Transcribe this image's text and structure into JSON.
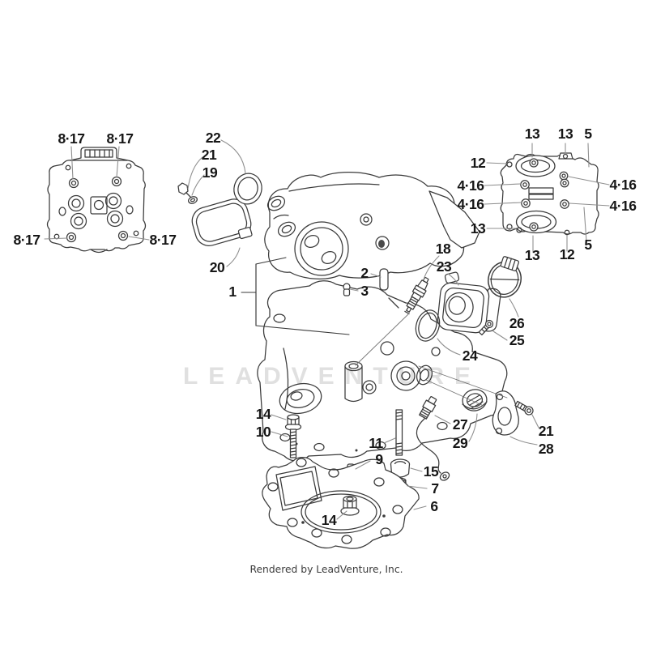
{
  "page": {
    "background": "#ffffff"
  },
  "style": {
    "line_color": "#3a3a3a",
    "leader_color": "#8f8f8f",
    "label_color": "#161616",
    "watermark_color": "#e0e0e0",
    "footer_color": "#3c3c3c"
  },
  "watermark": {
    "text": "LEADVENTURE"
  },
  "footer": {
    "text": "Rendered by LeadVenture, Inc."
  },
  "callouts": [
    {
      "label": "8·17"
    },
    {
      "label": "8·17"
    },
    {
      "label": "8·17"
    },
    {
      "label": "8·17"
    },
    {
      "label": "22"
    },
    {
      "label": "21"
    },
    {
      "label": "19"
    },
    {
      "label": "20"
    },
    {
      "label": "13"
    },
    {
      "label": "13"
    },
    {
      "label": "5"
    },
    {
      "label": "12"
    },
    {
      "label": "4·16"
    },
    {
      "label": "4·16"
    },
    {
      "label": "13"
    },
    {
      "label": "4·16"
    },
    {
      "label": "4·16"
    },
    {
      "label": "13"
    },
    {
      "label": "12"
    },
    {
      "label": "5"
    },
    {
      "label": "1"
    },
    {
      "label": "2"
    },
    {
      "label": "3"
    },
    {
      "label": "18"
    },
    {
      "label": "23"
    },
    {
      "label": "24"
    },
    {
      "label": "26"
    },
    {
      "label": "25"
    },
    {
      "label": "27"
    },
    {
      "label": "29"
    },
    {
      "label": "21"
    },
    {
      "label": "28"
    },
    {
      "label": "14"
    },
    {
      "label": "10"
    },
    {
      "label": "11"
    },
    {
      "label": "9"
    },
    {
      "label": "15"
    },
    {
      "label": "7"
    },
    {
      "label": "6"
    },
    {
      "label": "14"
    }
  ]
}
